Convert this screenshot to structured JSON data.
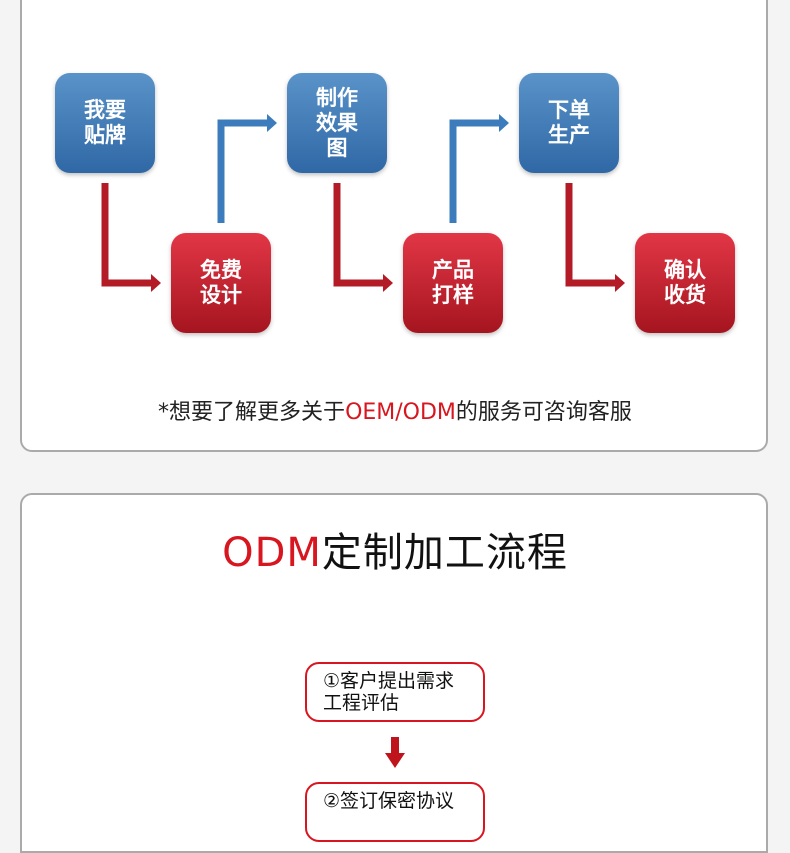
{
  "oem_flow": {
    "steps": [
      "我要贴牌",
      "免费设计",
      "制作效果图",
      "产品打样",
      "下单生产",
      "确认收货"
    ]
  },
  "oem_note": {
    "prefix": "*想要了解更多关于",
    "highlight": "OEM/ODM",
    "suffix": "的服务可咨询客服"
  },
  "odm_section": {
    "title_highlight": "ODM",
    "title_rest": "定制加工流程",
    "stages": [
      "①客户提出需求工程评估",
      "②签订保密协议"
    ]
  },
  "colors": {
    "blue_box": "#3a78b8",
    "red_box": "#c8202b",
    "accent_red": "#d8161f"
  }
}
